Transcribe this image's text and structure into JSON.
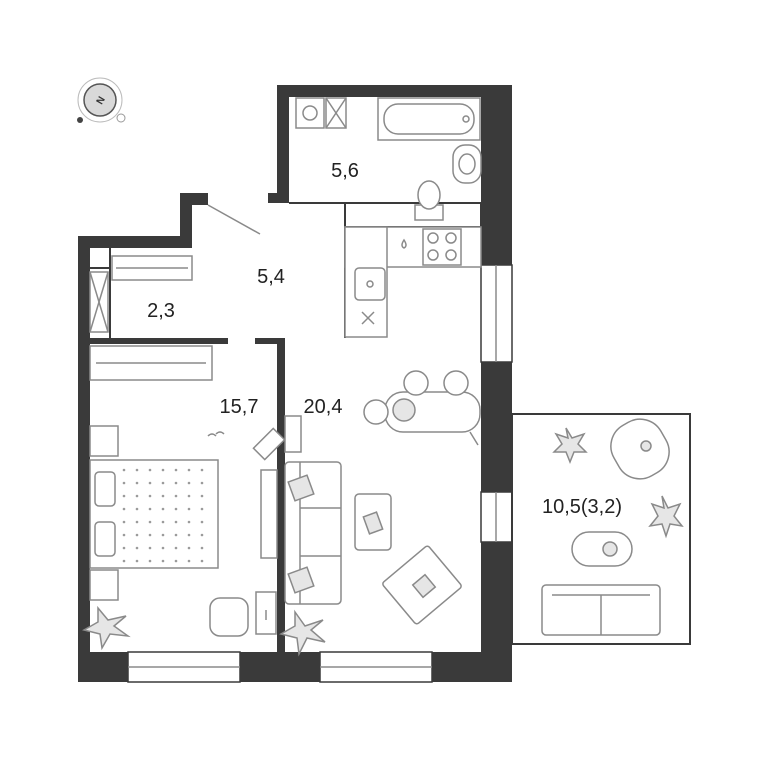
{
  "rooms": {
    "bathroom": "5,6",
    "hallway": "5,4",
    "closet": "2,3",
    "bedroom": "15,7",
    "living_kitchen": "20,4",
    "loggia": "10,5(3,2)"
  },
  "compass": {
    "letter": "N"
  },
  "colors": {
    "wall": "#3a3a3a",
    "fixture": "#8a8a8a",
    "background": "#ffffff"
  }
}
